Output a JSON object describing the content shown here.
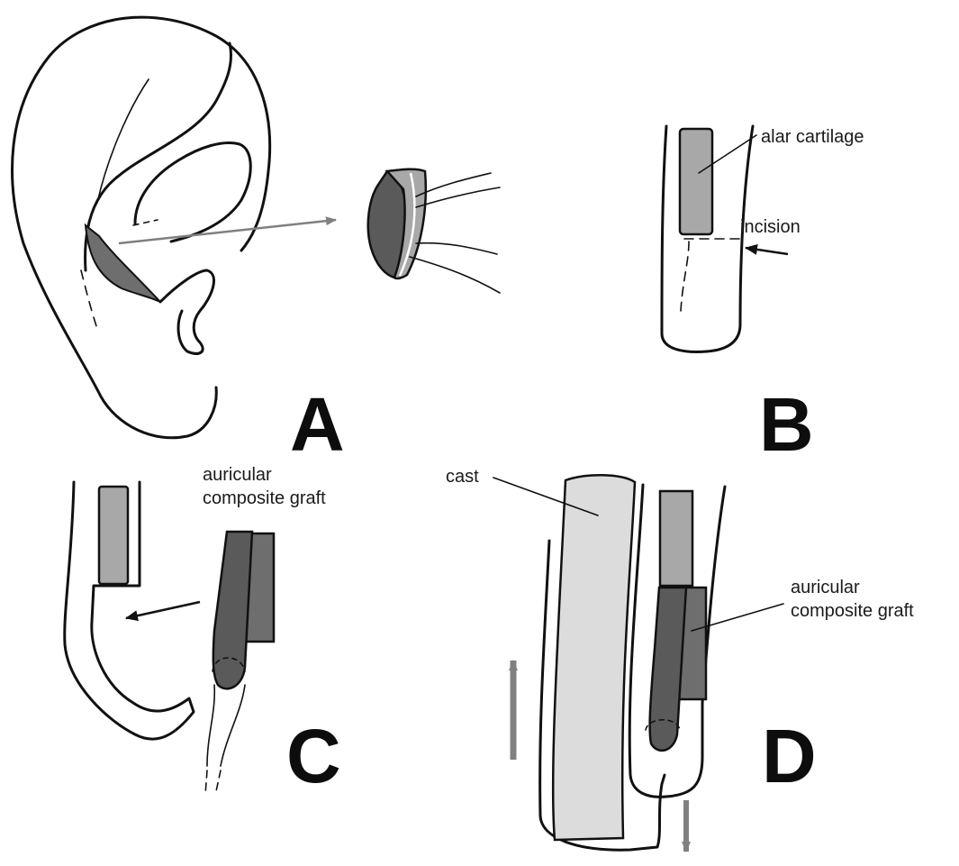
{
  "panels": {
    "a": {
      "letter": "A"
    },
    "b": {
      "letter": "B",
      "label_cartilage": "alar cartilage",
      "label_incision": "incision"
    },
    "c": {
      "letter": "C",
      "label_graft_line1": "auricular",
      "label_graft_line2": "composite graft"
    },
    "d": {
      "letter": "D",
      "label_cast": "cast",
      "label_graft_line1": "auricular",
      "label_graft_line2": "composite graft"
    }
  },
  "colors": {
    "outline": "#111111",
    "graft_dark": "#5a5a5a",
    "graft_mid": "#6e6e6e",
    "cartilage": "#a8a8a8",
    "cast": "#dcdcdc",
    "arrow_gray": "#808080"
  }
}
